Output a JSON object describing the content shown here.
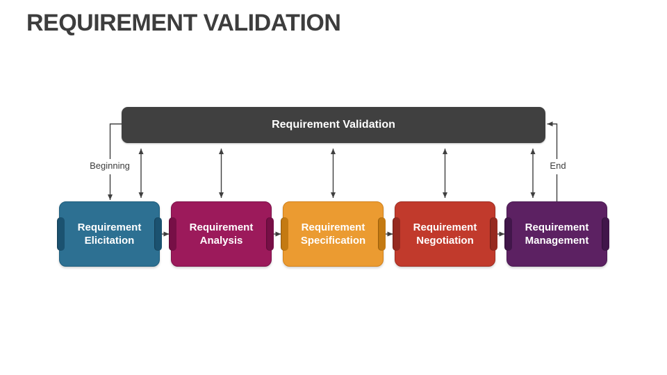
{
  "slide": {
    "title": "REQUIREMENT VALIDATION",
    "title_color": "#3d3d3d",
    "background": "#ffffff"
  },
  "validation_bar": {
    "label": "Requirement Validation",
    "fill": "#404040",
    "text_color": "#ffffff"
  },
  "flow_labels": {
    "beginning": "Beginning",
    "end": "End"
  },
  "connector": {
    "color": "#3f3f3f"
  },
  "process_boxes": [
    {
      "label": "Requirement Elicitation",
      "fill": "#2d7092",
      "tab": "#1b5270",
      "border": "#1e5d7c"
    },
    {
      "label": "Requirement Analysis",
      "fill": "#9c1a5b",
      "tab": "#770f46",
      "border": "#7d1049"
    },
    {
      "label": "Requirement Specification",
      "fill": "#eb9b31",
      "tab": "#c47a12",
      "border": "#d28019"
    },
    {
      "label": "Requirement Negotiation",
      "fill": "#c13a2c",
      "tab": "#962a20",
      "border": "#9e2d22"
    },
    {
      "label": "Requirement Management",
      "fill": "#5c2162",
      "tab": "#41164a",
      "border": "#4a1b52"
    }
  ]
}
